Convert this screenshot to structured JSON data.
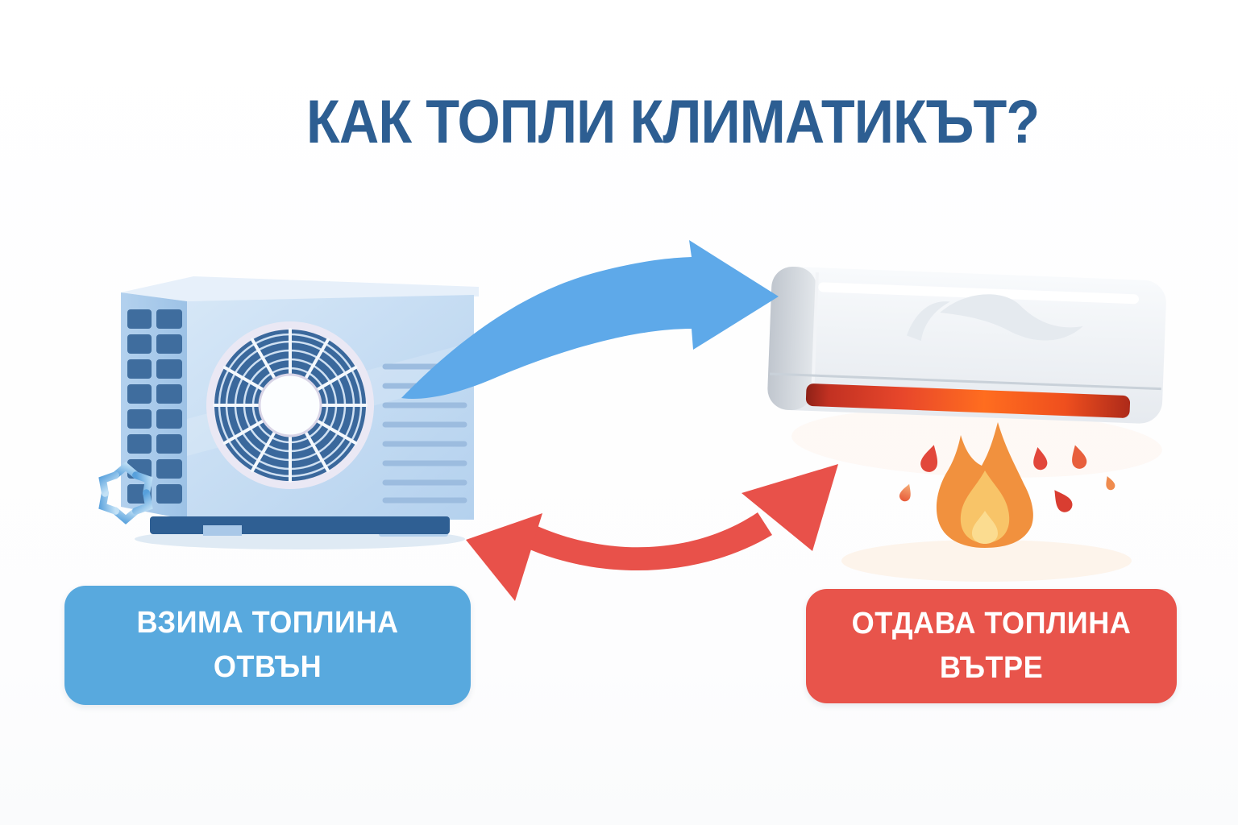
{
  "title": {
    "text": "КАК ТОПЛИ КЛИМАТИКЪТ?",
    "color": "#2d5e92"
  },
  "labels": {
    "outdoor": {
      "line1": "ВЗИМА ТОПЛИНА",
      "line2": "ОТВЪН",
      "background": "#58a9de",
      "text_color": "#ffffff"
    },
    "indoor": {
      "line1": "ОТДАВА ТОПЛИНА",
      "line2": "ВЪТРЕ",
      "background": "#e8544b",
      "text_color": "#ffffff"
    }
  },
  "icons": {
    "snowflake": "snowflake-icon",
    "flame": "flame-icon",
    "fan": "fan-icon",
    "blue_arrow": "blue-curved-arrow-icon",
    "red_arrow": "red-curved-double-arrow-icon"
  },
  "colors": {
    "title": "#2d5e92",
    "blue_arrow": "#5ea9e9",
    "red_arrow": "#e8514a",
    "outdoor_label_bg": "#58a9de",
    "indoor_label_bg": "#e8544b",
    "flame_outer": "#f1913e",
    "flame_inner": "#f8c468",
    "flame_core": "#fbdc90",
    "snowflake": "#6fb0e4",
    "fan_disc": "#3a689c",
    "outdoor_unit_body": "#c7ddf2",
    "outdoor_unit_side": "#a6c8ea",
    "outdoor_unit_base": "#2f5f93",
    "indoor_unit_body": "#eef1f5",
    "vent_glow": "#ff6d1f",
    "droplet_red": "#e2473b",
    "droplet_orange": "#ef8b4e"
  }
}
